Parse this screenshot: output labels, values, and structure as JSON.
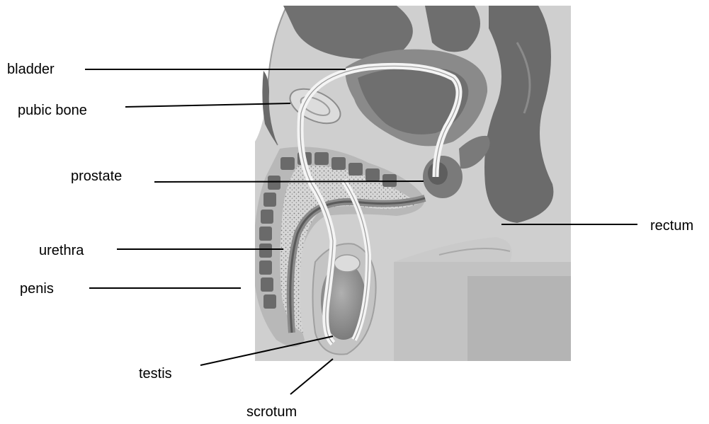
{
  "labels": {
    "bladder": "bladder",
    "pubic_bone": "pubic bone",
    "prostate": "prostate",
    "urethra": "urethra",
    "penis": "penis",
    "testis": "testis",
    "scrotum": "scrotum",
    "rectum": "rectum"
  }
}
